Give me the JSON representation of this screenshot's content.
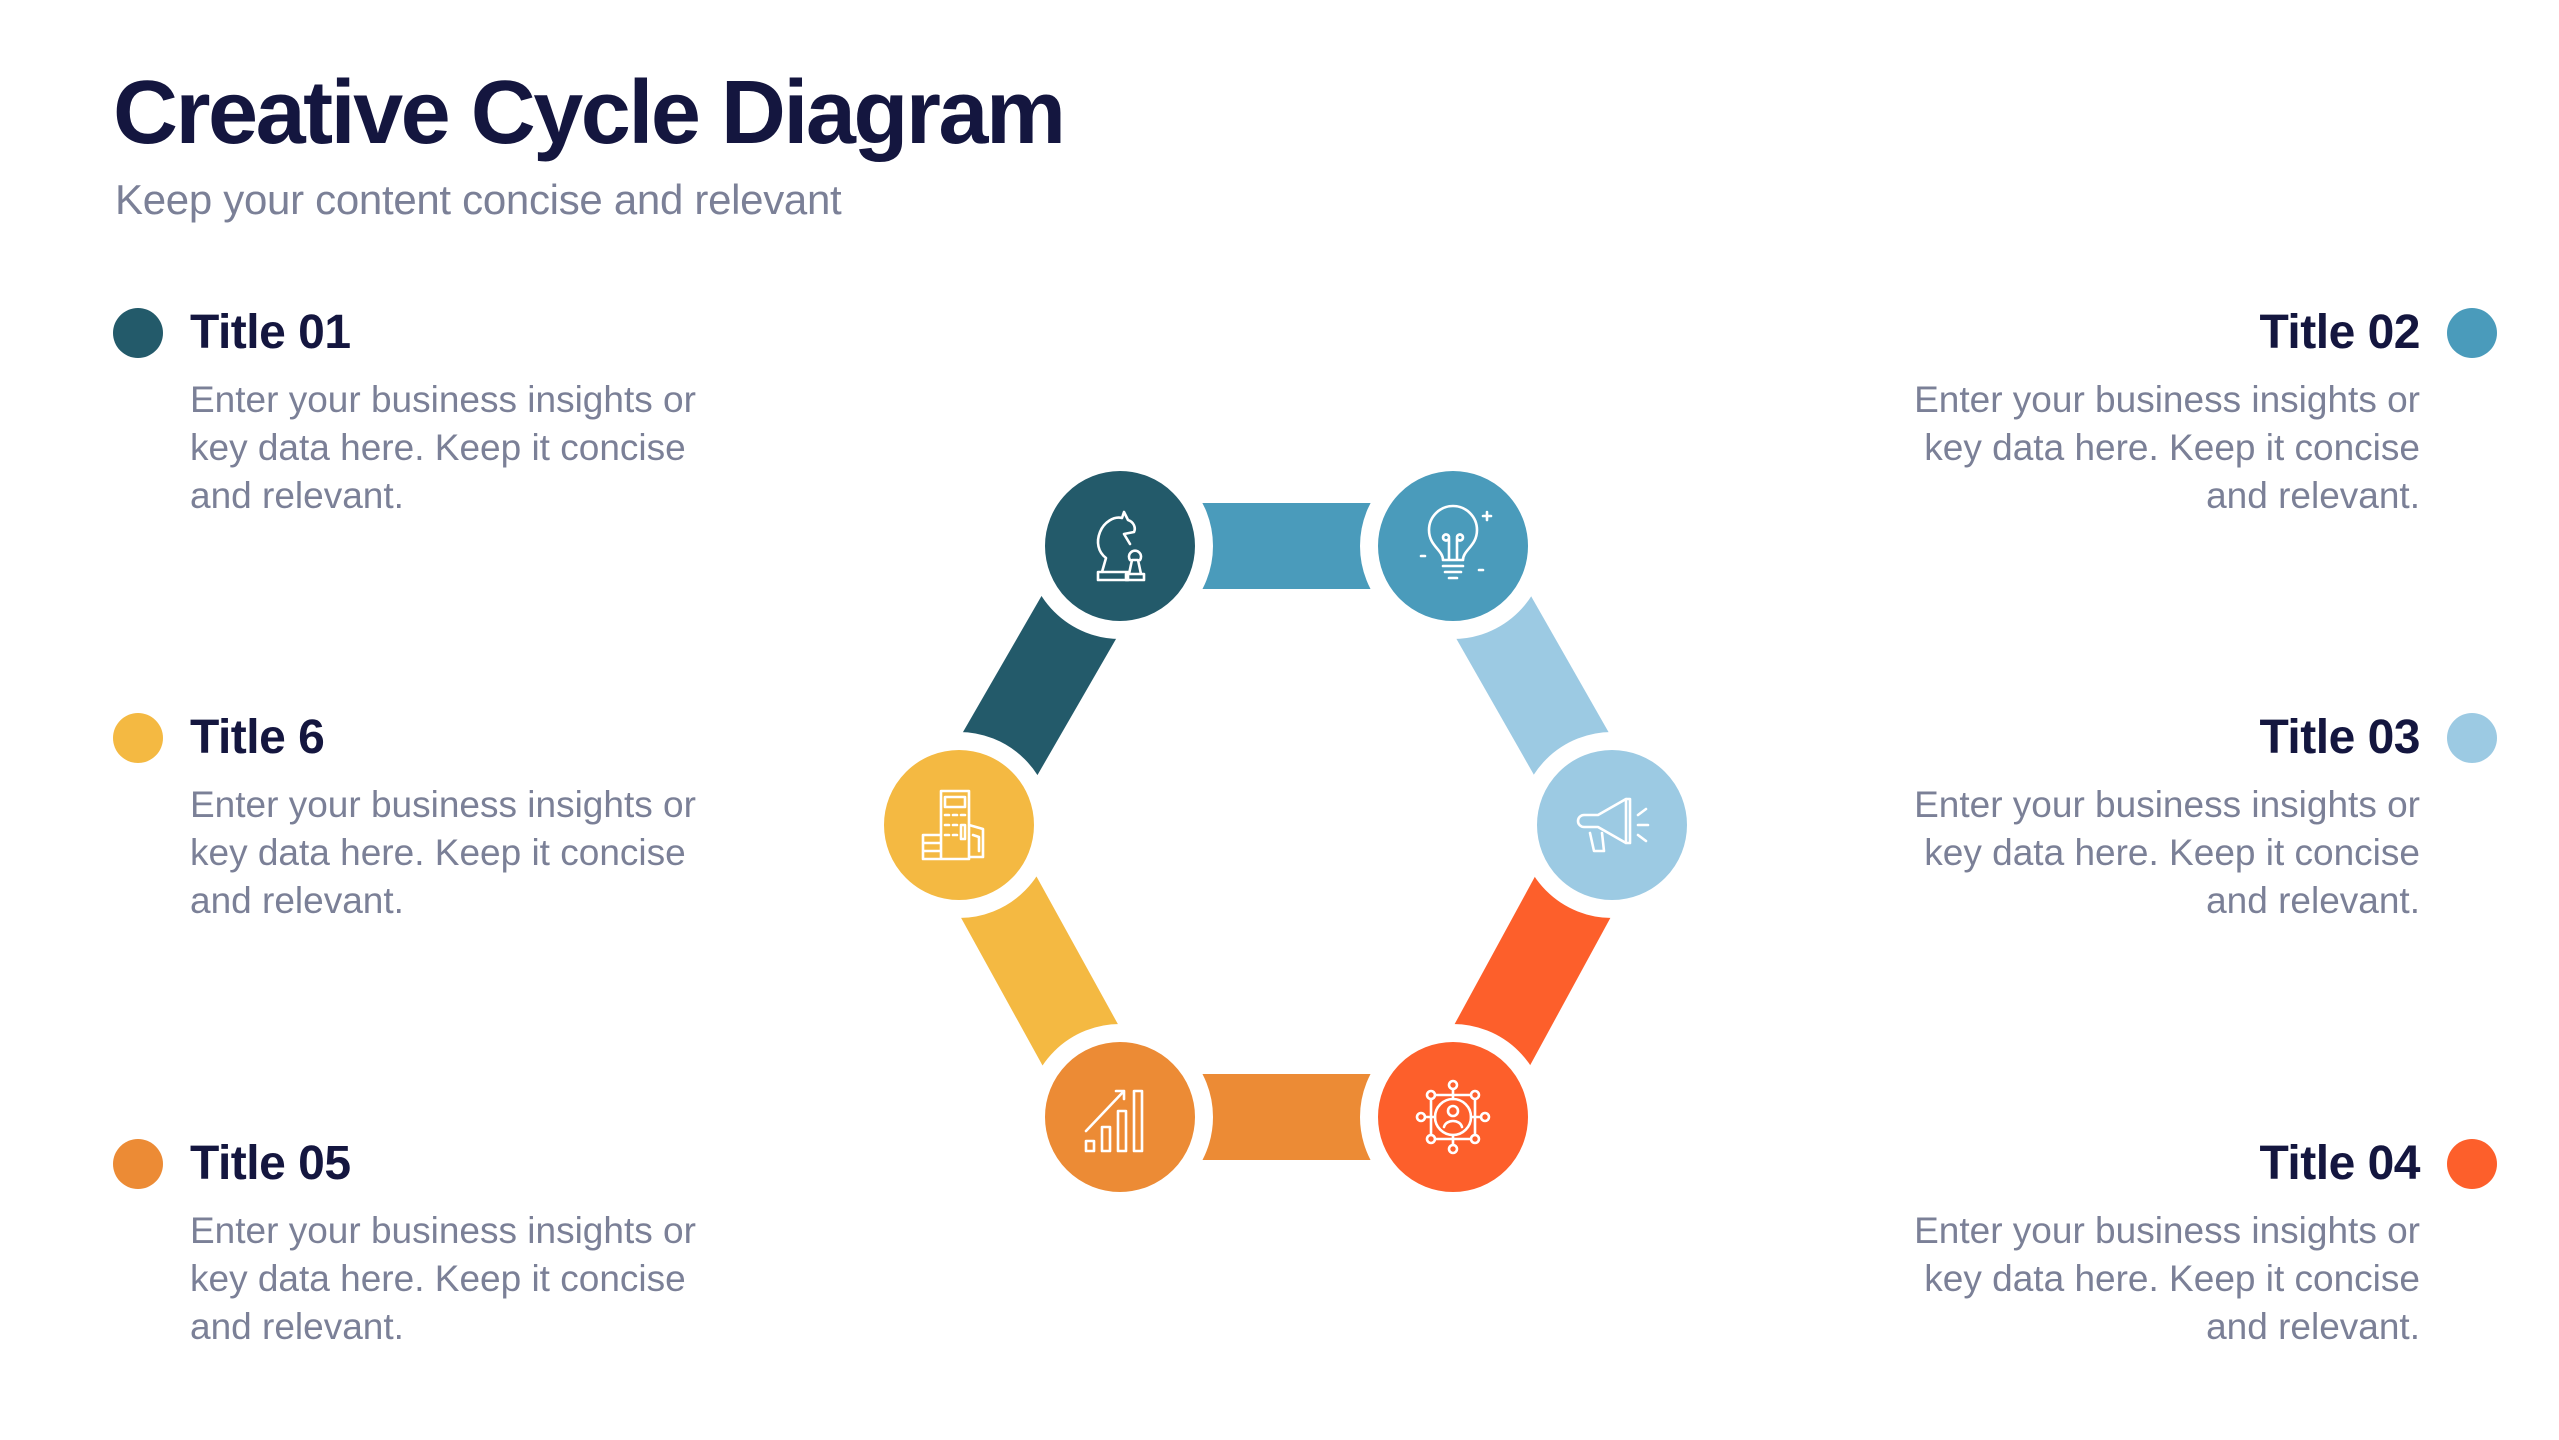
{
  "header": {
    "title": "Creative Cycle Diagram",
    "subtitle": "Keep your content concise and relevant"
  },
  "items": [
    {
      "title": "Title 01",
      "body": "Enter your business insights or key data here. Keep it concise and relevant.",
      "color": "#235a6a",
      "icon": "chess-strategy-icon"
    },
    {
      "title": "Title 02",
      "body": "Enter your business insights or key data here. Keep it concise and relevant.",
      "color": "#4a9bbb",
      "icon": "lightbulb-icon"
    },
    {
      "title": "Title 03",
      "body": "Enter your business insights or key data here. Keep it concise and relevant.",
      "color": "#9ccae3",
      "icon": "megaphone-icon"
    },
    {
      "title": "Title 04",
      "body": "Enter your business insights or key data here. Keep it concise and relevant.",
      "color": "#fd5f2b",
      "icon": "network-person-icon"
    },
    {
      "title": "Title 05",
      "body": "Enter your business insights or key data here. Keep it concise and relevant.",
      "color": "#ec8b35",
      "icon": "growth-chart-icon"
    },
    {
      "title": "Title 6",
      "body": "Enter your business insights or key data here. Keep it concise and relevant.",
      "color": "#f4b942",
      "icon": "calculator-money-icon"
    }
  ]
}
